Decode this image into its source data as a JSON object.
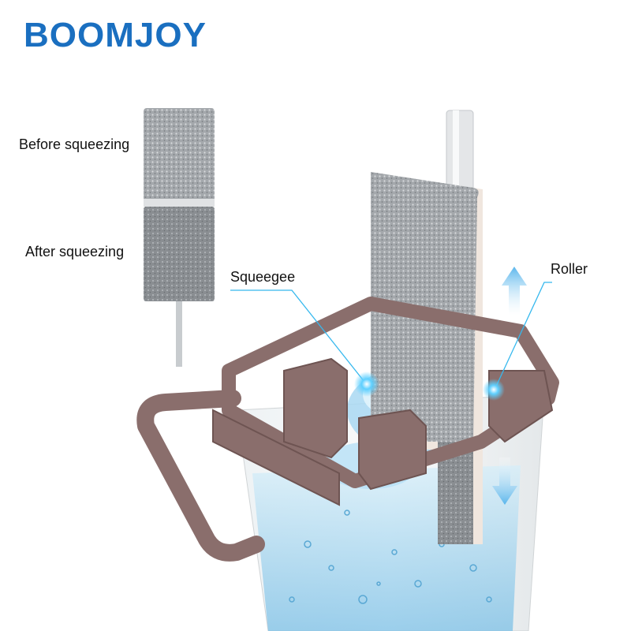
{
  "brand": {
    "name": "BOOMJOY",
    "color": "#1a6fc0"
  },
  "labels": {
    "before": "Before squeezing",
    "after": "After squeezing",
    "squeegee": "Squeegee",
    "roller": "Roller"
  },
  "colors": {
    "bucket": "#8a6e6c",
    "water": "#8cc8ec",
    "pad_dry": "#b0b4b8",
    "pad_wet": "#8e9296",
    "callout": "#35b8ee",
    "arrow": "#6ec2ee"
  }
}
